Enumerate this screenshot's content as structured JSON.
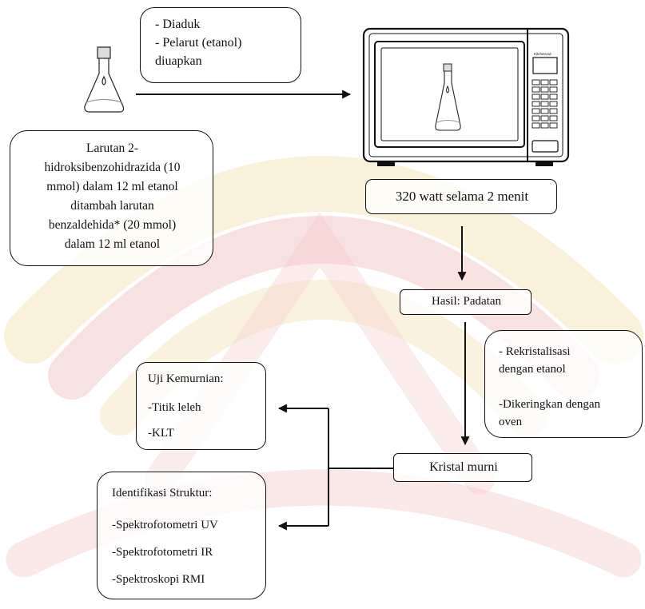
{
  "start_box": {
    "lines": [
      "Larutan 2-",
      "hidroksibenzohidrazida (10",
      "mmol) dalam 12 ml etanol",
      "ditambah larutan",
      "benzaldehida* (20 mmol)",
      "dalam 12 ml etanol"
    ]
  },
  "step_note": {
    "lines": [
      "- Diaduk",
      "- Pelarut (etanol)",
      "diuapkan"
    ]
  },
  "microwave": {
    "brand": "KitchenAid",
    "power_label": "320 watt selama 2 menit"
  },
  "result_box": {
    "label": "Hasil: Padatan"
  },
  "recrystallization_note": {
    "lines": [
      "- Rekristalisasi",
      "dengan etanol",
      "-Dikeringkan dengan",
      "oven"
    ]
  },
  "pure_crystal_box": {
    "label": "Kristal murni"
  },
  "purity_test_box": {
    "title": "Uji Kemurnian:",
    "items": [
      "-Titik leleh",
      "-KLT"
    ]
  },
  "structure_id_box": {
    "title": "Identifikasi Struktur:",
    "items": [
      "-Spektrofotometri UV",
      "-Spektrofotometri IR",
      "-Spektroskopi RMI"
    ]
  },
  "colors": {
    "line": "#111111",
    "watermark_red": "#f3c9c9",
    "watermark_gold": "#f6e6bd"
  }
}
